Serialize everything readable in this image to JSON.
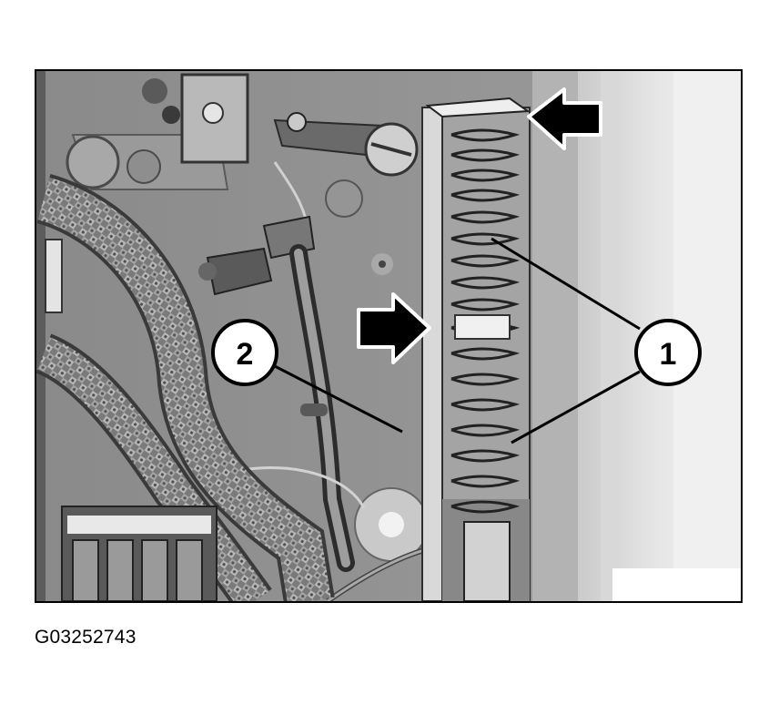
{
  "figure": {
    "id_text": "G03252743",
    "callouts": [
      {
        "label": "1"
      },
      {
        "label": "2"
      }
    ],
    "arrow_icons": [
      "arrow-left-icon",
      "arrow-right-icon"
    ]
  }
}
